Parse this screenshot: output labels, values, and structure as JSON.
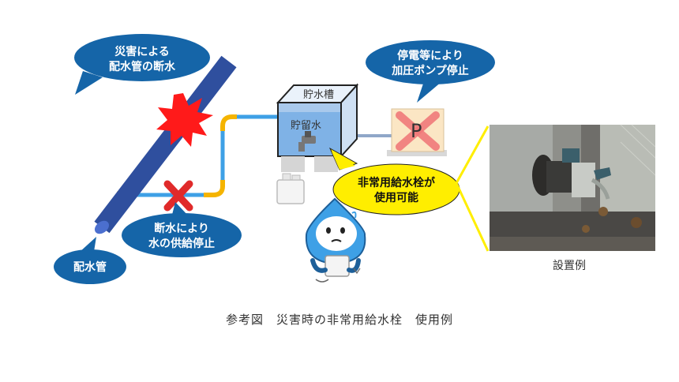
{
  "labels": {
    "disaster_break": [
      "災害による",
      "配水管の断水"
    ],
    "power_outage": [
      "停電等により",
      "加圧ポンプ停止"
    ],
    "supply_stop": [
      "断水により",
      "水の供給停止"
    ],
    "main_pipe": "配水管",
    "emergency_tap": [
      "非常用給水栓が",
      "使用可能"
    ],
    "tank": "貯水槽",
    "stored_water": "貯留水",
    "pump_letter": "P",
    "example": "設置例"
  },
  "caption": "参考図　災害時の非常用給水栓　使用例",
  "colors": {
    "bubble_blue": "#1565a8",
    "pipe_blue": "#2f4f9e",
    "water_blue": "#3ea0e6",
    "fitting_yellow": "#f5b400",
    "burst_red": "#ff1a1a",
    "cross_red": "#e02a2a",
    "callout_yellow": "#ffee00",
    "pump_box": "#fbe6c4"
  }
}
